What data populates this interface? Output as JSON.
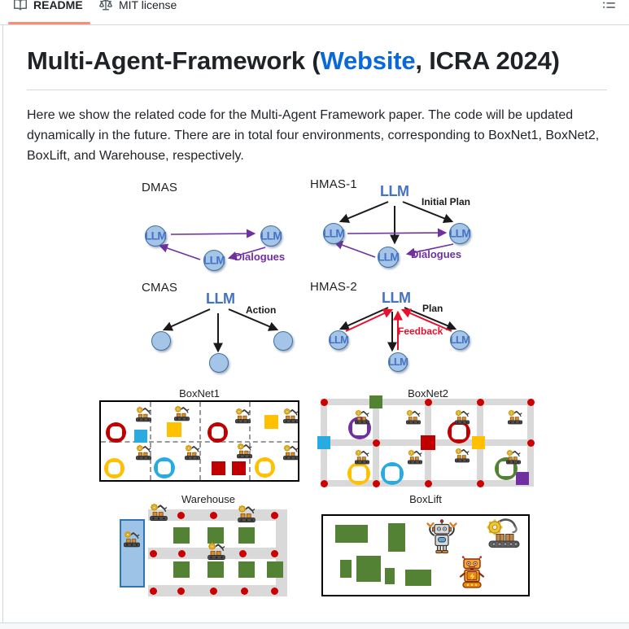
{
  "colors": {
    "accent_orange": "#fd8c73",
    "link_blue": "#0969da",
    "text_primary": "#1f2328",
    "icon_gray": "#59636e",
    "border_gray": "#d1d9e0",
    "bg_strip": "#f6f8fa",
    "node_fill": "#a4c4e8",
    "node_border": "#41719c",
    "node_text": "#4472c4",
    "purple": "#7030a0",
    "red": "#e8112d",
    "black_ink": "#1a1a1a",
    "box_red": "#c00000",
    "box_yellow": "#ffc000",
    "box_cyan": "#29abe2",
    "box_green": "#548235",
    "box_purple": "#7030a0",
    "grid_gray": "#d9d9d9",
    "dot_red": "#cc0000",
    "wh_blue_fill": "#9dc3e6",
    "wh_blue_border": "#2e75b6"
  },
  "icons": {
    "readme_tab": "book-icon",
    "license_tab": "law-icon",
    "header_right": "list-unordered-icon",
    "environment": "robot-arm-icon"
  },
  "tabs": {
    "readme": "README",
    "license": "MIT license"
  },
  "heading": {
    "before": "Multi-Agent-Framework (",
    "link": "Website",
    "after": ", ICRA 2024)"
  },
  "paragraph_lines": [
    "Here we show the related code for the Multi-Agent Framework paper. The code will be updated",
    "dynamically in the future. There are in total four environments, corresponding to BoxNet1, BoxNet2,",
    "BoxLift, and Warehouse, respectively."
  ],
  "diagrams": {
    "dmas": {
      "title": "DMAS",
      "node": "LLM",
      "dialogues": "Dialogues"
    },
    "hmas1": {
      "title": "HMAS-1",
      "node": "LLM",
      "initial_plan": "Initial Plan",
      "dialogues": "Dialogues"
    },
    "cmas": {
      "title": "CMAS",
      "node": "LLM",
      "action": "Action"
    },
    "hmas2": {
      "title": "HMAS-2",
      "node": "LLM",
      "plan": "Plan",
      "feedback": "Feedback"
    }
  },
  "environments": {
    "boxnet1": {
      "title": "BoxNet1"
    },
    "boxnet2": {
      "title": "BoxNet2"
    },
    "warehouse": {
      "title": "Warehouse"
    },
    "boxlift": {
      "title": "BoxLift"
    }
  }
}
